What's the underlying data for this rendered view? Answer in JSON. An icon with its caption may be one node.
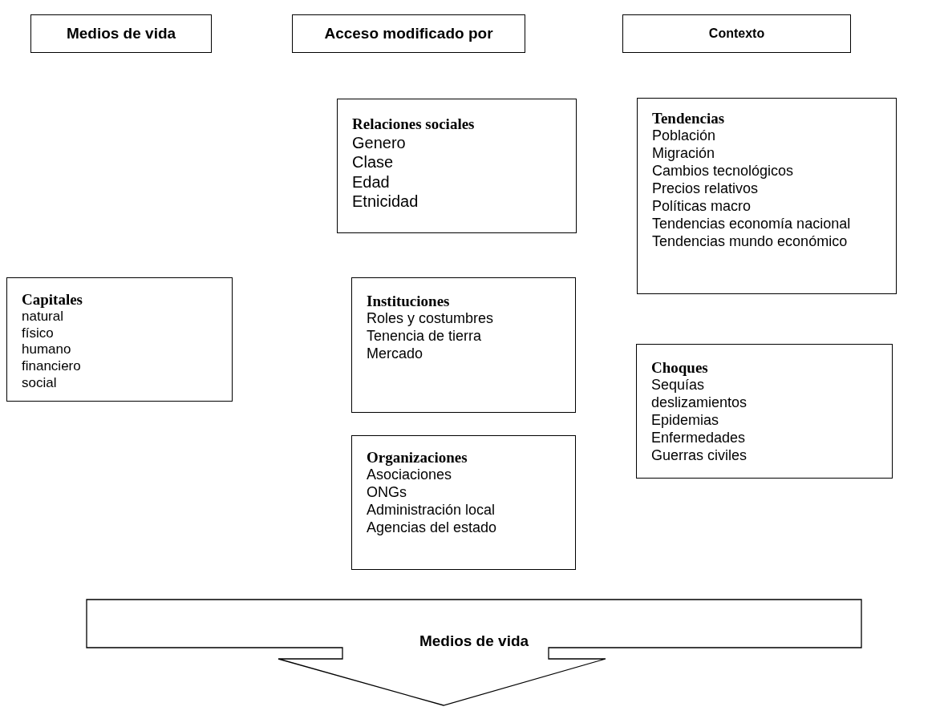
{
  "diagram": {
    "nodes": [
      {
        "text": [
          "Medios de vida"
        ]
      },
      {
        "text": [
          "Acceso modificado por"
        ]
      },
      {
        "text": [
          "Contexto"
        ]
      },
      {
        "text": [
          "Relaciones sociales",
          "Genero",
          "Clase",
          "Edad",
          "Etnicidad"
        ]
      },
      {
        "text": [
          "Tendencias",
          "Población",
          "Migración",
          "Cambios tecnológicos",
          "Precios relativos",
          "Políticas macro",
          "Tendencias economía nacional",
          "Tendencias mundo económico"
        ]
      },
      {
        "text": [
          "Capitales",
          "natural",
          "físico",
          "humano",
          "financiero",
          "social"
        ]
      },
      {
        "text": [
          "Instituciones",
          "Roles y costumbres",
          "Tenencia de tierra",
          "Mercado"
        ]
      },
      {
        "text": [
          "Choques",
          "Sequías",
          "deslizamientos",
          "Epidemias",
          "Enfermedades",
          "Guerras civiles"
        ]
      },
      {
        "text": [
          "Organizaciones",
          "Asociaciones",
          "ONGs",
          "Administración local",
          "Agencias del estado"
        ]
      },
      {
        "text": [
          "Medios de vida"
        ]
      }
    ]
  }
}
